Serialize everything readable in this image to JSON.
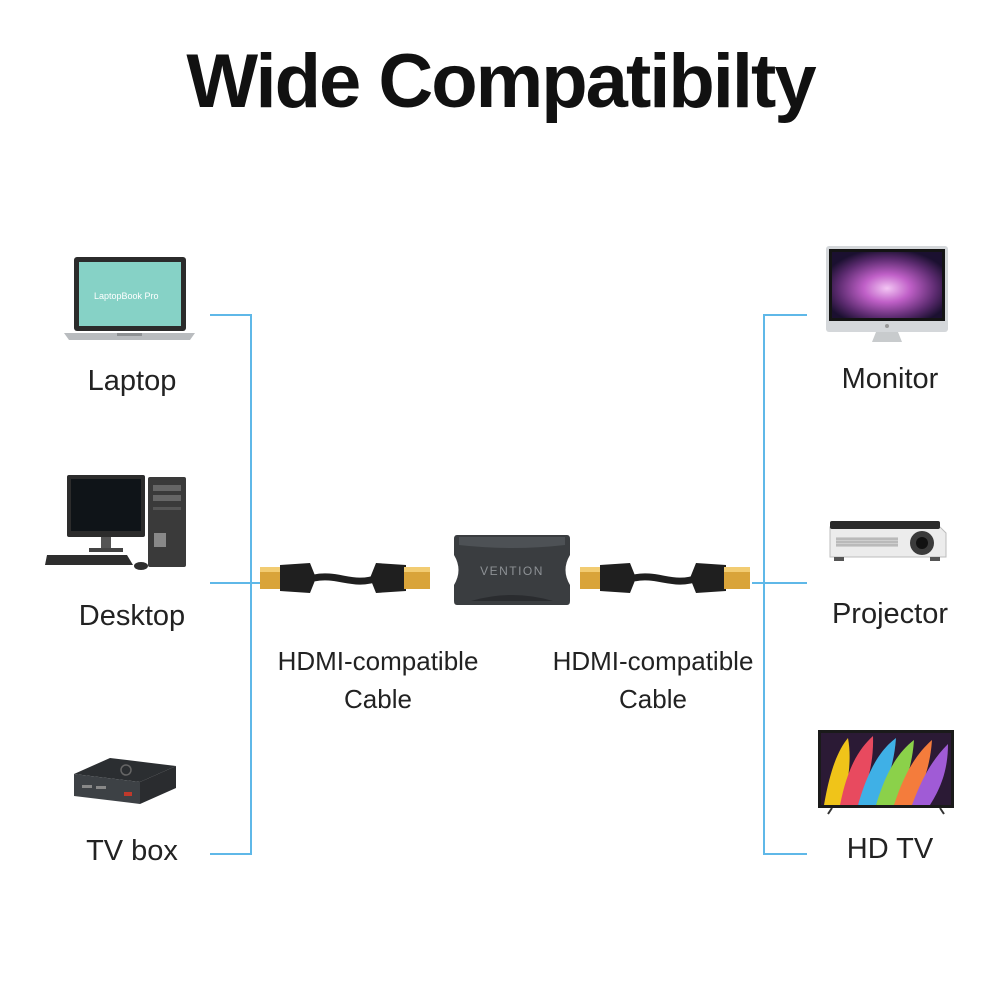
{
  "title": "Wide Compatibilty",
  "left_devices": [
    {
      "label": "Laptop",
      "icon": "laptop-icon",
      "screen_text": "LaptopBook Pro"
    },
    {
      "label": "Desktop",
      "icon": "desktop-icon"
    },
    {
      "label": "TV box",
      "icon": "tv-box-icon"
    }
  ],
  "right_devices": [
    {
      "label": "Monitor",
      "icon": "monitor-icon"
    },
    {
      "label": "Projector",
      "icon": "projector-icon"
    },
    {
      "label": "HD TV",
      "icon": "hd-tv-icon"
    }
  ],
  "cables": {
    "left": {
      "line1": "HDMI-compatible",
      "line2": "Cable"
    },
    "right": {
      "line1": "HDMI-compatible",
      "line2": "Cable"
    }
  },
  "adapter": {
    "brand": "VENTION"
  },
  "colors": {
    "connector_line": "#5fb8e8",
    "adapter_body": "#3a3d40",
    "plug_gold": "#d9a43a"
  }
}
